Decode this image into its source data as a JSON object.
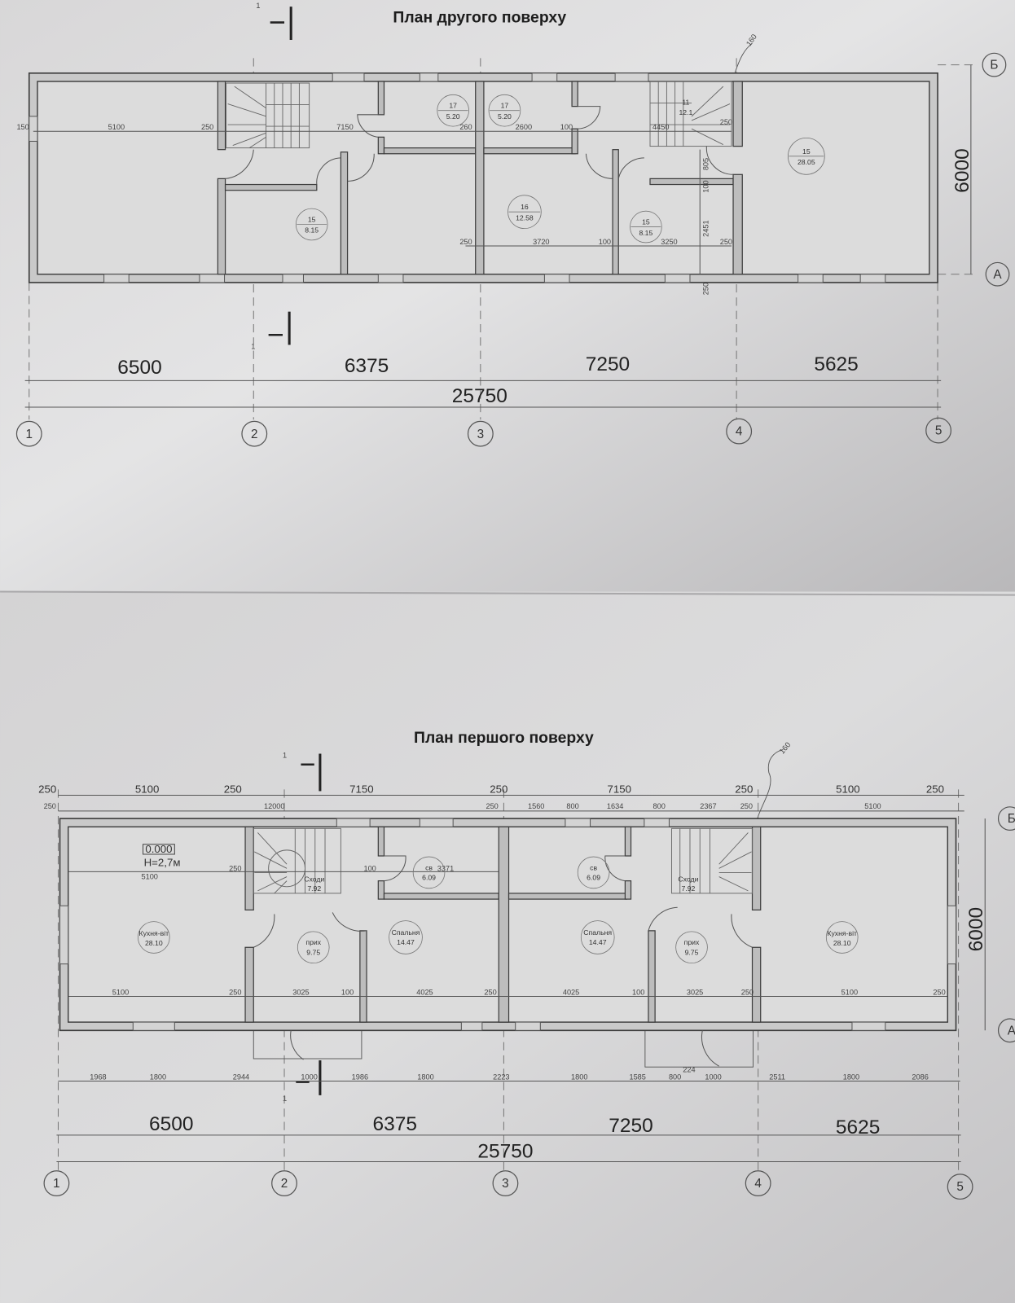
{
  "upper_plan": {
    "title": "План другого поверху",
    "section_mark": "1",
    "leader_note": "160",
    "axis_letters": [
      "Б",
      "А"
    ],
    "axis_numbers": [
      "1",
      "2",
      "3",
      "4",
      "5"
    ],
    "height_dim": "6000",
    "span_dims": [
      "6500",
      "6375",
      "7250",
      "5625"
    ],
    "total_dim": "25750",
    "inner_dims_top": [
      "150",
      "5100",
      "250",
      "7150",
      "260",
      "2600",
      "100",
      "4450",
      "250"
    ],
    "inner_dims_bottom": [
      "250",
      "3720",
      "100",
      "3250",
      "250"
    ],
    "inner_dims_vertical": [
      "805",
      "100",
      "2451",
      "250"
    ],
    "rooms": [
      {
        "num": "17",
        "area": "5.20"
      },
      {
        "num": "17",
        "area": "5.20"
      },
      {
        "num": "15",
        "area": "8.15"
      },
      {
        "num": "16",
        "area": "12.58"
      },
      {
        "num": "15",
        "area": "8.15"
      },
      {
        "num": "11",
        "area": "12.1"
      },
      {
        "num": "15",
        "area": "28.05"
      }
    ]
  },
  "lower_plan": {
    "title": "План першого поверху",
    "section_mark": "1",
    "leader_note": "160",
    "axis_letters": [
      "Б",
      "А"
    ],
    "axis_numbers": [
      "1",
      "2",
      "3",
      "4",
      "5"
    ],
    "height_dim": "6000",
    "level_mark": "0.000",
    "height_note": "H=2,7м",
    "top_dims_row1": [
      "250",
      "5100",
      "250",
      "7150",
      "250",
      "7150",
      "250",
      "5100",
      "250"
    ],
    "top_dims_row2": [
      "250",
      "12000",
      "250",
      "1560",
      "800",
      "1634",
      "800",
      "2367",
      "250",
      "5100"
    ],
    "inner_dims_bottom": [
      "5100",
      "250",
      "3025",
      "100",
      "4025",
      "250",
      "4025",
      "100",
      "3025",
      "250",
      "5100",
      "250"
    ],
    "inner_dims_top": [
      "5100",
      "250",
      "100",
      "3371"
    ],
    "bottom_dims": [
      "1968",
      "1800",
      "2944",
      "1000",
      "1986",
      "1800",
      "2223",
      "1800",
      "1585",
      "800",
      "1000",
      "2511",
      "1800",
      "2086"
    ],
    "porch_dim": "224",
    "span_dims": [
      "6500",
      "6375",
      "7250",
      "5625"
    ],
    "total_dim": "25750",
    "rooms": [
      {
        "name": "Кухня-віт",
        "area": "28.10"
      },
      {
        "name": "Сходи",
        "area": "7.92"
      },
      {
        "name": "св",
        "area": "6.09"
      },
      {
        "name": "прих",
        "area": "9.75"
      },
      {
        "name": "Спальня",
        "area": "14.47"
      },
      {
        "name": "св",
        "area": "6.09"
      },
      {
        "name": "Спальня",
        "area": "14.47"
      },
      {
        "name": "Сходи",
        "area": "7.92"
      },
      {
        "name": "прих",
        "area": "9.75"
      },
      {
        "name": "Кухня-віт",
        "area": "28.10"
      }
    ]
  }
}
